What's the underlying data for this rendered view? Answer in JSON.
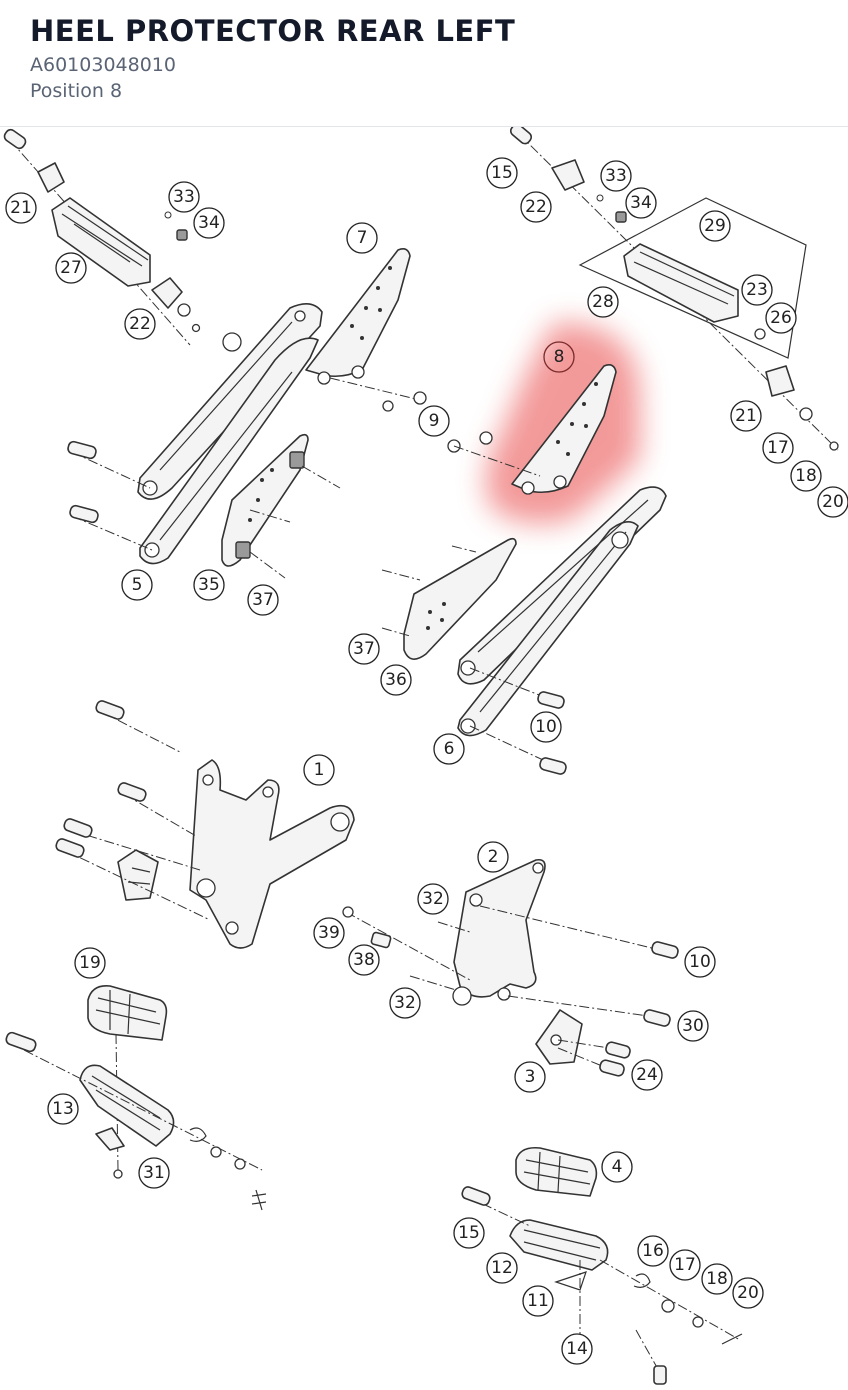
{
  "header": {
    "title": "HEEL PROTECTOR REAR LEFT",
    "part_number": "A60103048010",
    "position": "Position 8"
  },
  "diagram": {
    "highlight_color": "#f08080",
    "highlighted_label": "8",
    "callouts": {
      "c21a": "21",
      "c27": "27",
      "c33a": "33",
      "c34a": "34",
      "c22a": "22",
      "c7": "7",
      "c9": "9",
      "c5": "5",
      "c35": "35",
      "c37a": "37",
      "c15a": "15",
      "c22b": "22",
      "c33b": "33",
      "c34b": "34",
      "c29": "29",
      "c28": "28",
      "c23": "23",
      "c26": "26",
      "c21b": "21",
      "c17a": "17",
      "c18a": "18",
      "c20a": "20",
      "c8": "8",
      "c37b": "37",
      "c36": "36",
      "c10a": "10",
      "c6": "6",
      "c1": "1",
      "c2": "2",
      "c32a": "32",
      "c39": "39",
      "c38": "38",
      "c32b": "32",
      "c10b": "10",
      "c30": "30",
      "c3": "3",
      "c24": "24",
      "c19": "19",
      "c13": "13",
      "c31": "31",
      "c4": "4",
      "c15b": "15",
      "c12": "12",
      "c16": "16",
      "c17b": "17",
      "c18b": "18",
      "c20b": "20",
      "c11": "11",
      "c14": "14"
    }
  }
}
